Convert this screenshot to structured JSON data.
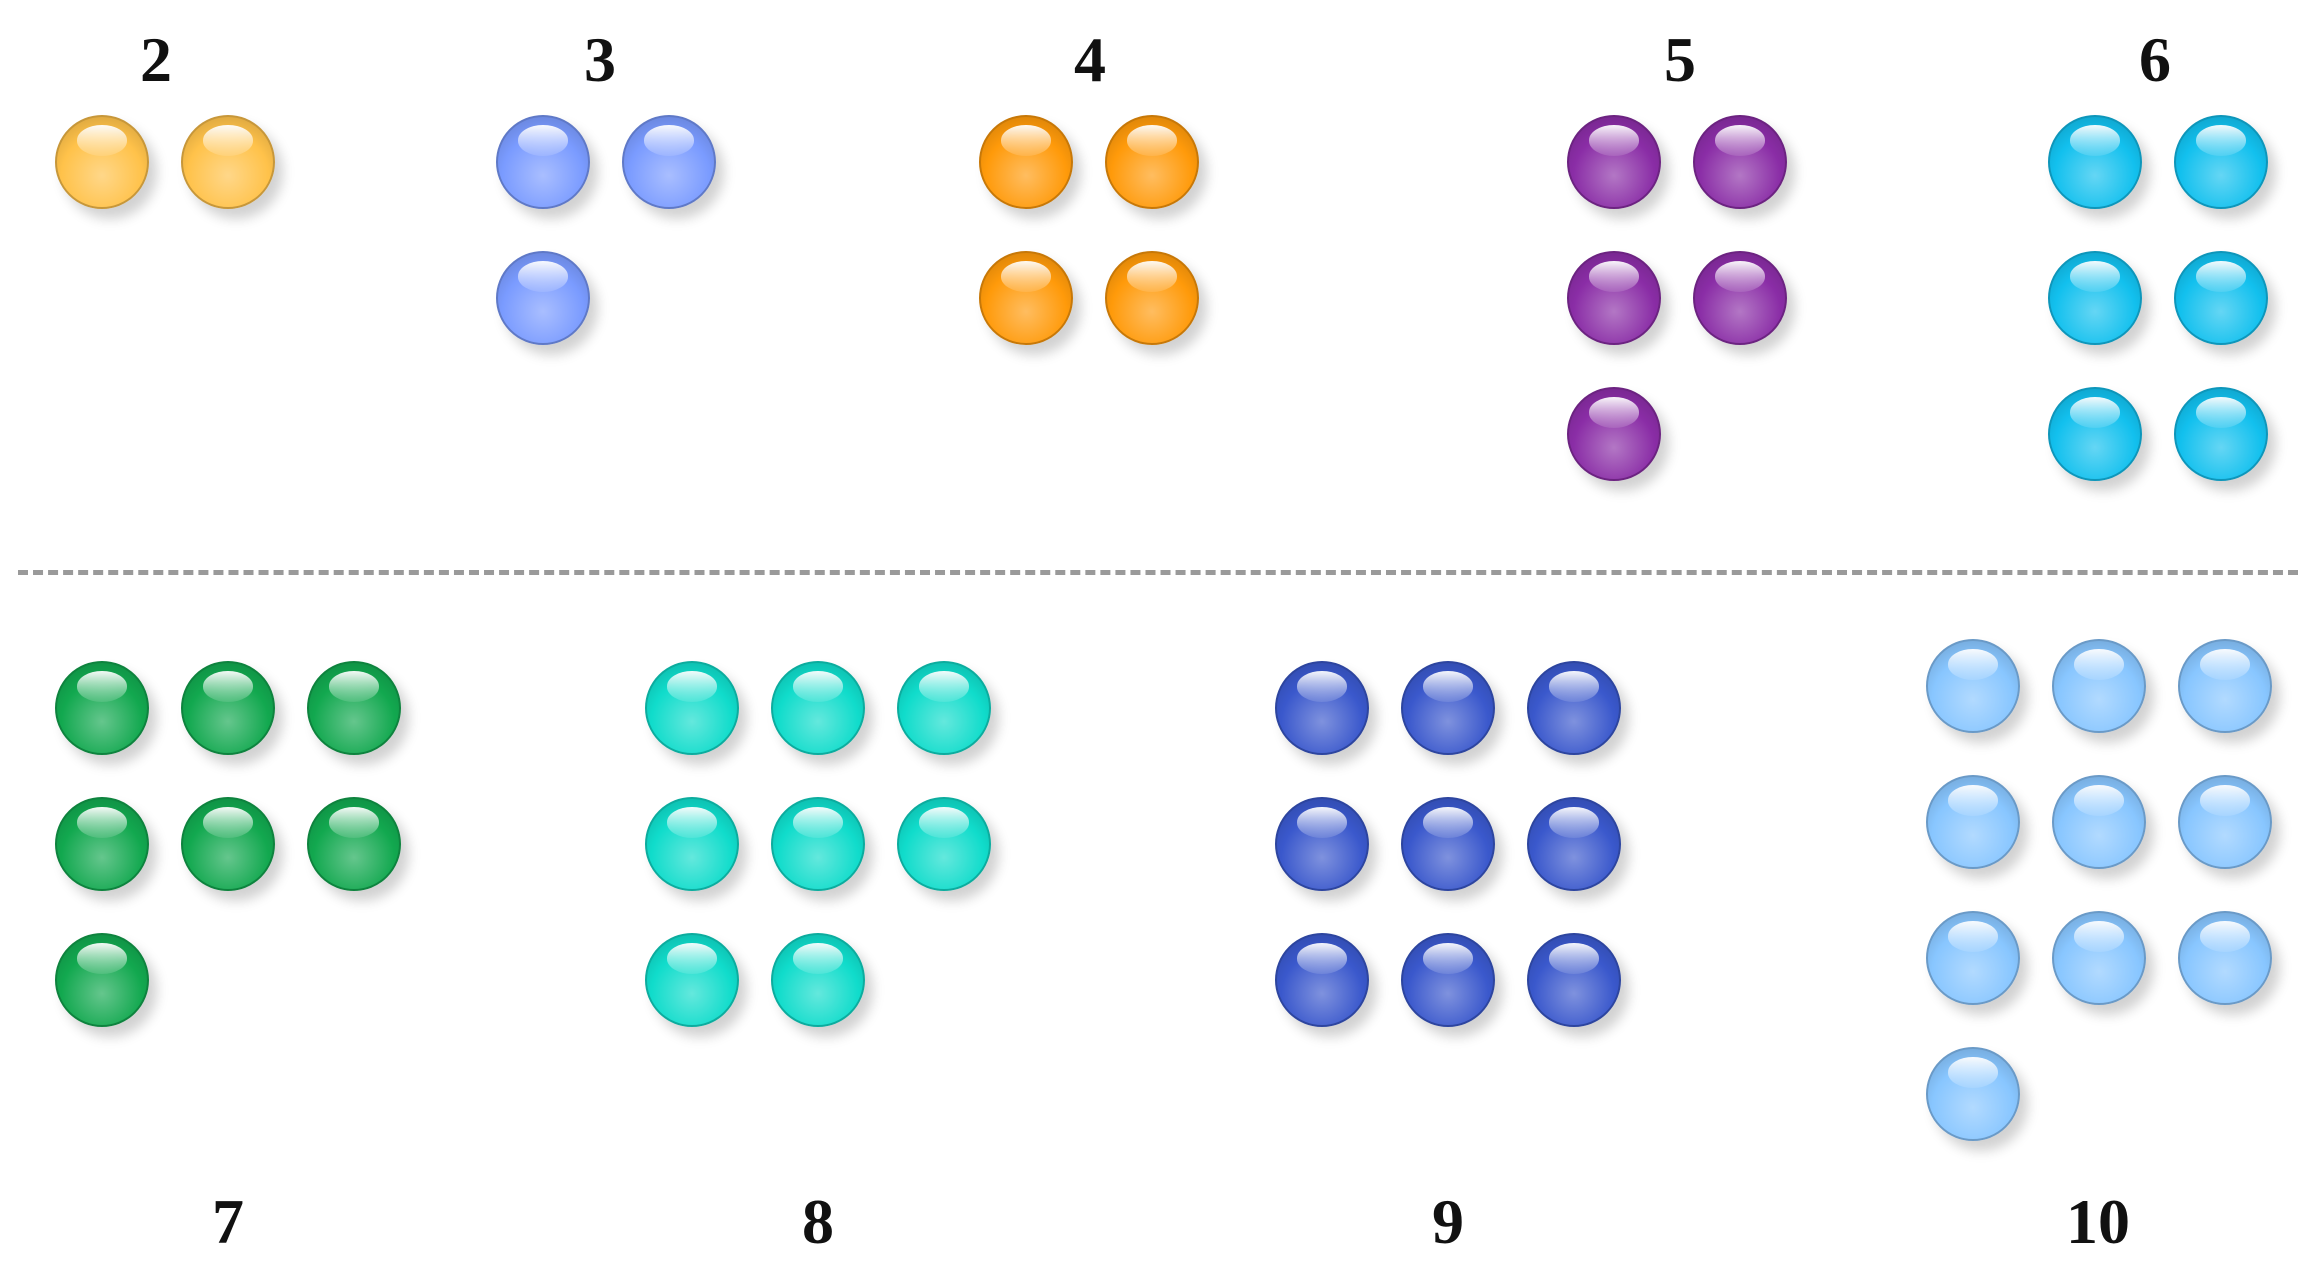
{
  "groups": [
    {
      "label": "2",
      "count": 2,
      "color": "#FFC24A"
    },
    {
      "label": "3",
      "count": 3,
      "color": "#7A9BFF"
    },
    {
      "label": "4",
      "count": 4,
      "color": "#FF9A0A"
    },
    {
      "label": "5",
      "count": 5,
      "color": "#8A2DA6"
    },
    {
      "label": "6",
      "count": 6,
      "color": "#12C0EE"
    },
    {
      "label": "7",
      "count": 7,
      "color": "#12A84F"
    },
    {
      "label": "8",
      "count": 8,
      "color": "#10DCCB"
    },
    {
      "label": "9",
      "count": 9,
      "color": "#3A58CC"
    },
    {
      "label": "10",
      "count": 10,
      "color": "#88C6FF"
    }
  ],
  "divider": {
    "style": "dashed",
    "color": "#9A9A9A"
  }
}
